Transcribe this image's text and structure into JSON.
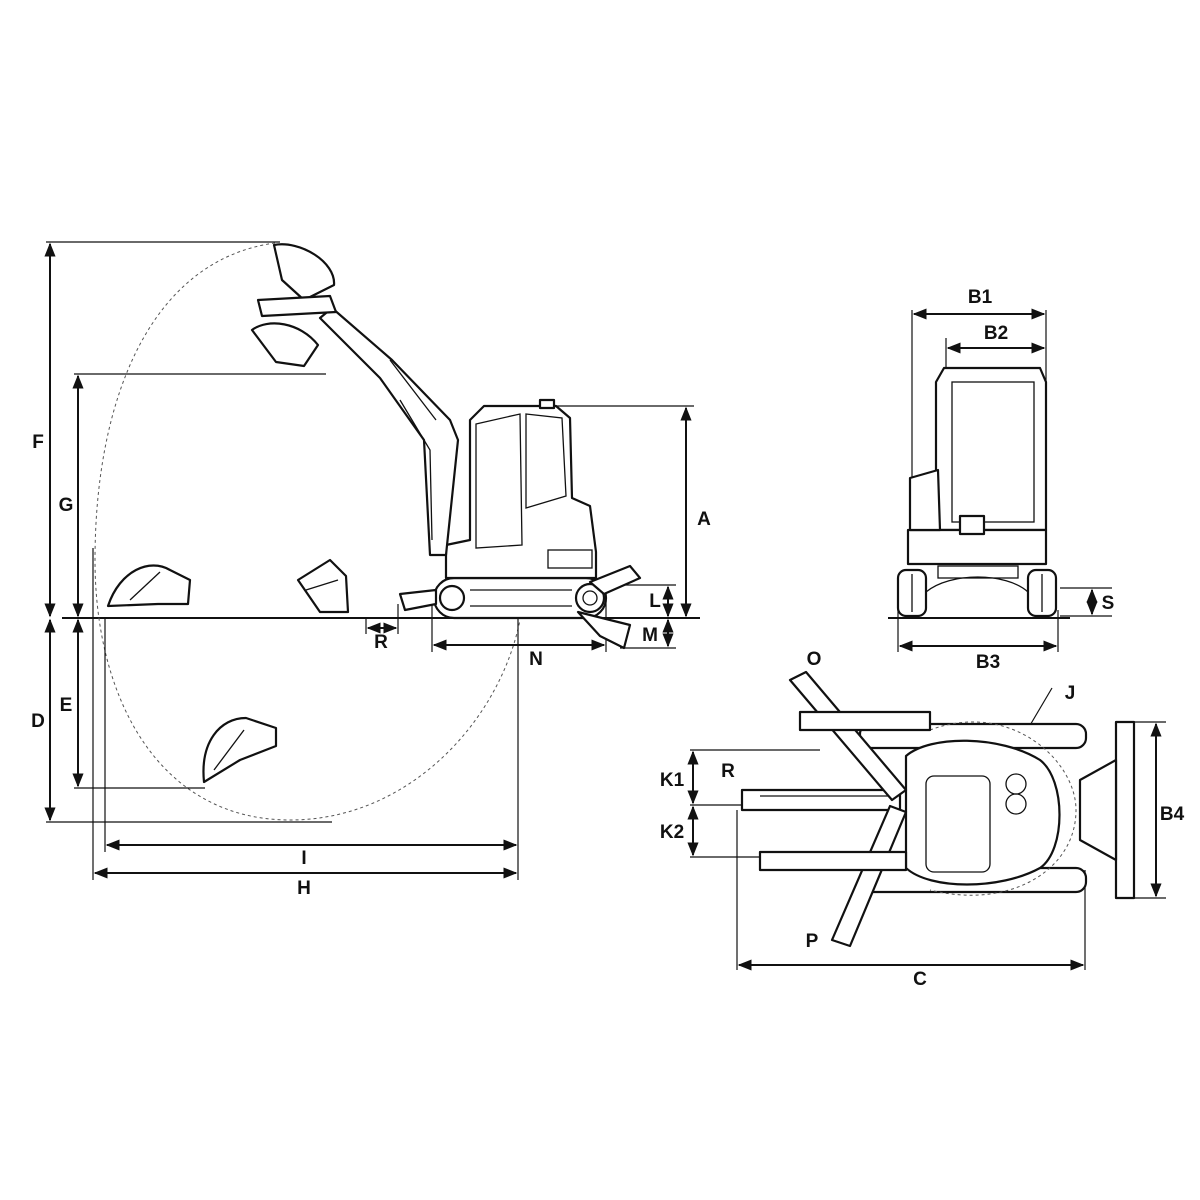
{
  "labels": {
    "A": "A",
    "B1": "B1",
    "B2": "B2",
    "B3": "B3",
    "B4": "B4",
    "C": "C",
    "D": "D",
    "E": "E",
    "F": "F",
    "G": "G",
    "H": "H",
    "I": "I",
    "J": "J",
    "K1": "K1",
    "K2": "K2",
    "L": "L",
    "M": "M",
    "N": "N",
    "O": "O",
    "P": "P",
    "R_side": "R",
    "R_top": "R",
    "S": "S"
  }
}
